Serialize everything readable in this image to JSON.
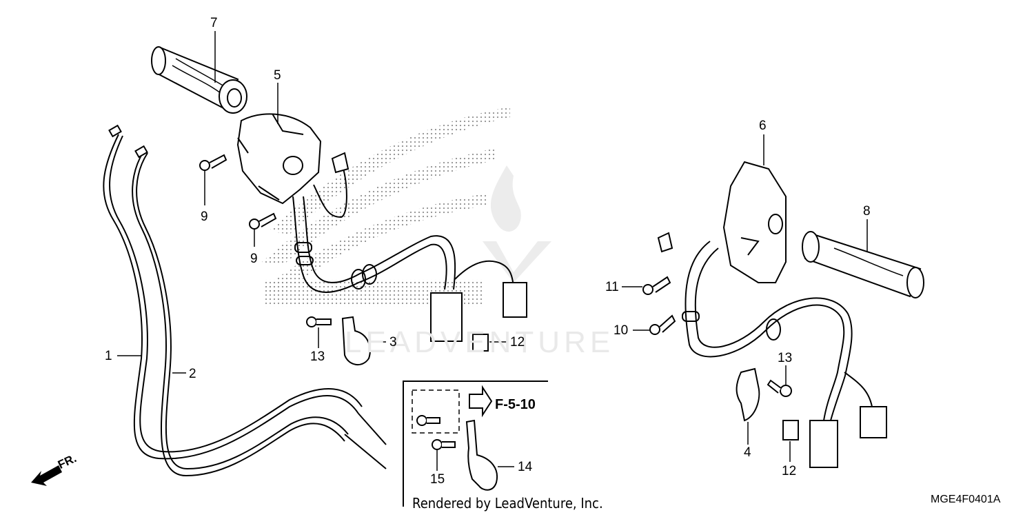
{
  "diagram": {
    "title": "Handlebar switch / throttle cable / grip assembly",
    "figure_code": "MGE4F0401A",
    "credit": "Rendered by LeadVenture, Inc.",
    "watermark": "LEADVENTURE",
    "direction_label": "FR.",
    "reference_label": "F-5-10",
    "callouts": [
      {
        "id": "1",
        "label": "1",
        "part": "throttle-cable-a"
      },
      {
        "id": "2",
        "label": "2",
        "part": "throttle-cable-b"
      },
      {
        "id": "3",
        "label": "3",
        "part": "clamp-left"
      },
      {
        "id": "4",
        "label": "4",
        "part": "clamp-right"
      },
      {
        "id": "5",
        "label": "5",
        "part": "left-handlebar-switch"
      },
      {
        "id": "6",
        "label": "6",
        "part": "right-handlebar-switch"
      },
      {
        "id": "7",
        "label": "7",
        "part": "throttle-grip"
      },
      {
        "id": "8",
        "label": "8",
        "part": "left-grip"
      },
      {
        "id": "9a",
        "label": "9",
        "part": "screw-a"
      },
      {
        "id": "9b",
        "label": "9",
        "part": "screw-b"
      },
      {
        "id": "10",
        "label": "10",
        "part": "screw"
      },
      {
        "id": "11",
        "label": "11",
        "part": "screw"
      },
      {
        "id": "12a",
        "label": "12",
        "part": "connector-cap-a"
      },
      {
        "id": "12b",
        "label": "12",
        "part": "connector-cap-b"
      },
      {
        "id": "13a",
        "label": "13",
        "part": "bolt-a"
      },
      {
        "id": "13b",
        "label": "13",
        "part": "bolt-b"
      },
      {
        "id": "14",
        "label": "14",
        "part": "clamp-inset"
      },
      {
        "id": "15",
        "label": "15",
        "part": "bolt-inset"
      }
    ]
  }
}
